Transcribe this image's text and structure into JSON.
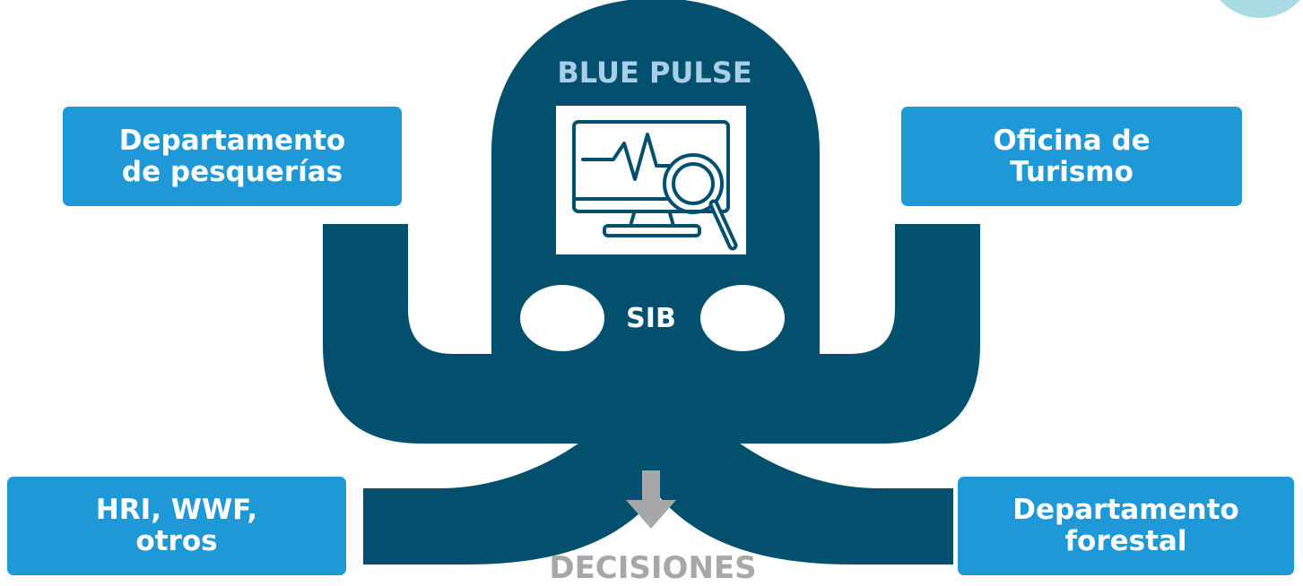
{
  "colors": {
    "octopus": "#02506e",
    "box": "#1f98d8",
    "box_text": "#ffffff",
    "title": "#a7cfe8",
    "arrow": "#a6a7a8",
    "decisions": "#a6a7a8",
    "corner": "#a8dbe3"
  },
  "octopus": {
    "title": "BLUE PULSE",
    "center_label": "SIB",
    "icon": "monitor-magnifier-icon"
  },
  "boxes": {
    "top_left": {
      "line1": "Departamento",
      "line2": "de pesquerías"
    },
    "top_right": {
      "line1": "Oficina de",
      "line2": "Turismo"
    },
    "bottom_left": {
      "line1": "HRI, WWF,",
      "line2": "otros"
    },
    "bottom_right": {
      "line1": "Departamento",
      "line2": "forestal"
    }
  },
  "output": {
    "label": "DECISIONES",
    "icon": "arrow-down-icon"
  }
}
